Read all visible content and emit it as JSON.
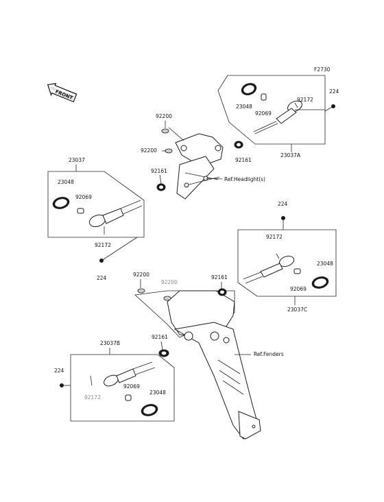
{
  "figure_code": "F2730",
  "front_label": "FRONT",
  "labels": {
    "p224_top": "224",
    "p92172_tr": "92172",
    "p23048_tr": "23048",
    "p92069_tr": "92069",
    "p23037A": "23037A",
    "p92200_a": "92200",
    "p92200_b": "92200",
    "p92161_tr": "92161",
    "p92161_l": "92161",
    "ref_headlight": "Ref.Headlight(s)",
    "p23037": "23037",
    "p23048_l": "23048",
    "p92069_l": "92069",
    "p92172_l": "92172",
    "p224_l": "224",
    "p224_r": "224",
    "p92172_r": "92172",
    "p23048_r": "23048",
    "p92161_r": "92161",
    "p92069_r": "92069",
    "p23037C": "23037C",
    "p92200_c": "92200",
    "p92200_d": "92200",
    "p92161_b": "92161",
    "ref_fenders": "Ref.Fenders",
    "p23037B": "23037B",
    "p224_b": "224",
    "p92069_b": "92069",
    "p23048_b": "23048",
    "p92172_b": "92172"
  }
}
